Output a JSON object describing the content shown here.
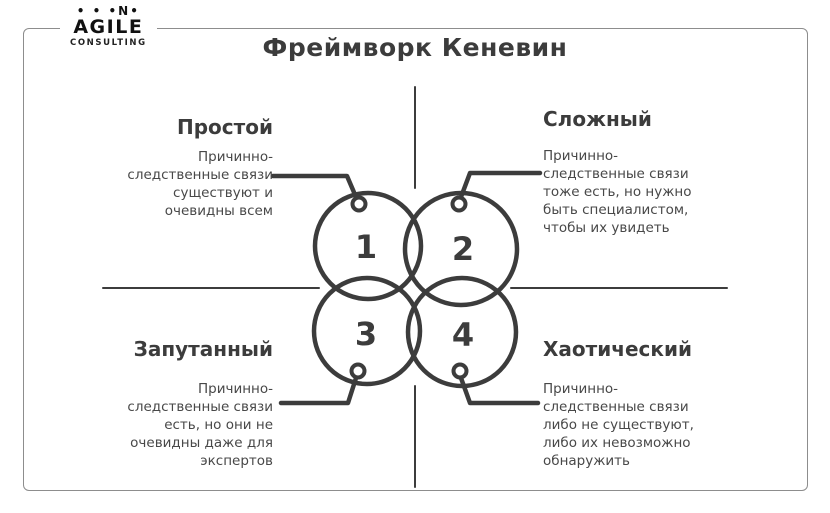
{
  "colors": {
    "ink": "#3c3c3c",
    "frame_border": "#8d8d8d",
    "background": "#ffffff",
    "logo": "#111111"
  },
  "logo": {
    "dots": "• • •N•",
    "name": "AGILE",
    "subtitle": "CONSULTING"
  },
  "title": "Фреймворк Кеневин",
  "quadrants": [
    {
      "number": "1",
      "heading": "Простой",
      "description": "Причинно-\nследственные связи\nсуществуют и\nочевидны всем"
    },
    {
      "number": "2",
      "heading": "Сложный",
      "description": "Причинно-\nследственные связи\nтоже есть, но нужно\nбыть специалистом,\nчтобы их увидеть"
    },
    {
      "number": "3",
      "heading": "Запутанный",
      "description": "Причинно-\nследственные связи\nесть, но они не\nочевидны даже для\nэкспертов"
    },
    {
      "number": "4",
      "heading": "Хаотический",
      "description": "Причинно-\nследственные связи\nлибо не существуют,\nлибо их невозможно\nобнаружить"
    }
  ]
}
